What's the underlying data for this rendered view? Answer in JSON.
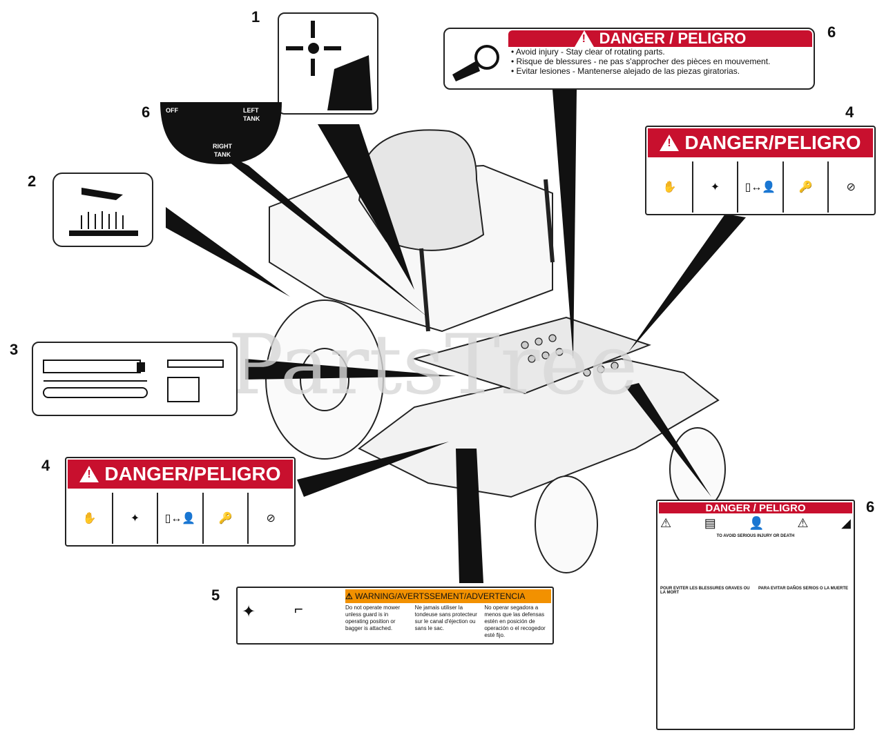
{
  "callouts": {
    "c1": "1",
    "c2": "2",
    "c3": "3",
    "c4a": "4",
    "c4b": "4",
    "c5": "5",
    "c6a": "6",
    "c6b": "6",
    "c6c": "6"
  },
  "decal6_top": {
    "header": "DANGER / PELIGRO",
    "lines": [
      "• Avoid injury - Stay clear of rotating parts.",
      "• Risque de blessures - ne pas s'approcher des pièces en mouvement.",
      "• Evitar lesiones - Mantenerse alejado de las piezas giratorias."
    ]
  },
  "decal4": {
    "header": "DANGER/PELIGRO"
  },
  "decal6_dial": {
    "off": "OFF",
    "left": "LEFT TANK",
    "right": "RIGHT TANK"
  },
  "decal5": {
    "header": "WARNING/AVERTSSEMENT/ADVERTENCIA",
    "col1": "Do not operate mower unless guard is in operating position or bagger is attached.",
    "col2": "Ne jamais utiliser la tondeuse sans protecteur sur le canal d'éjection ou sans le sac.",
    "col3": "No operar segadora a menos que las defensas estén en posición de operación o el recogedor esté fijo."
  },
  "decal6_large": {
    "header": "DANGER / PELIGRO",
    "subheader": "TO AVOID SERIOUS INJURY OR DEATH",
    "section_fr": "POUR EVITER LES BLESSURES GRAVES OU LA MORT",
    "section_es": "PARA EVITAR DAÑOS SERIOS O LA MUERTE"
  },
  "watermark": "PartsTree",
  "colors": {
    "danger_red": "#c8102e",
    "warning_orange": "#f29100"
  }
}
